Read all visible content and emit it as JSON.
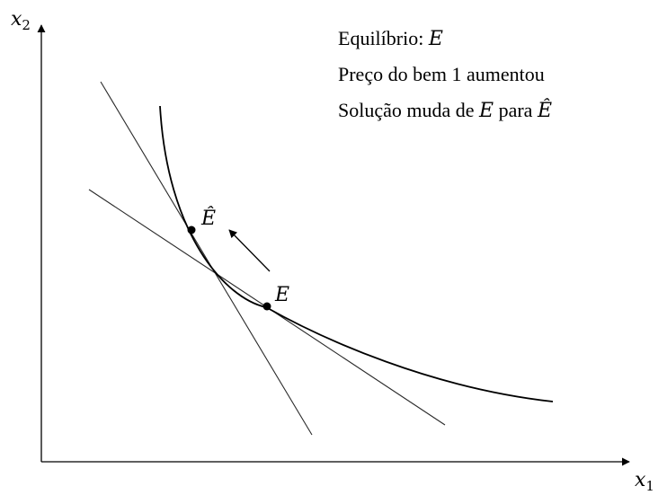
{
  "axes": {
    "x_label": "x",
    "x_sub": "1",
    "y_label": "x",
    "y_sub": "2"
  },
  "points": {
    "e_label": "E",
    "ehat_label": "Ê"
  },
  "legend": {
    "line1_text": "Equilíbrio: ",
    "line1_math": "E",
    "line2_text": "Preço do bem 1 aumentou",
    "line3_text": "Solução muda de ",
    "line3_math_a": "E",
    "line3_mid": " para ",
    "line3_math_b": "Ê"
  },
  "colors": {
    "stroke": "#000000",
    "budget": "#2a2a2a"
  }
}
